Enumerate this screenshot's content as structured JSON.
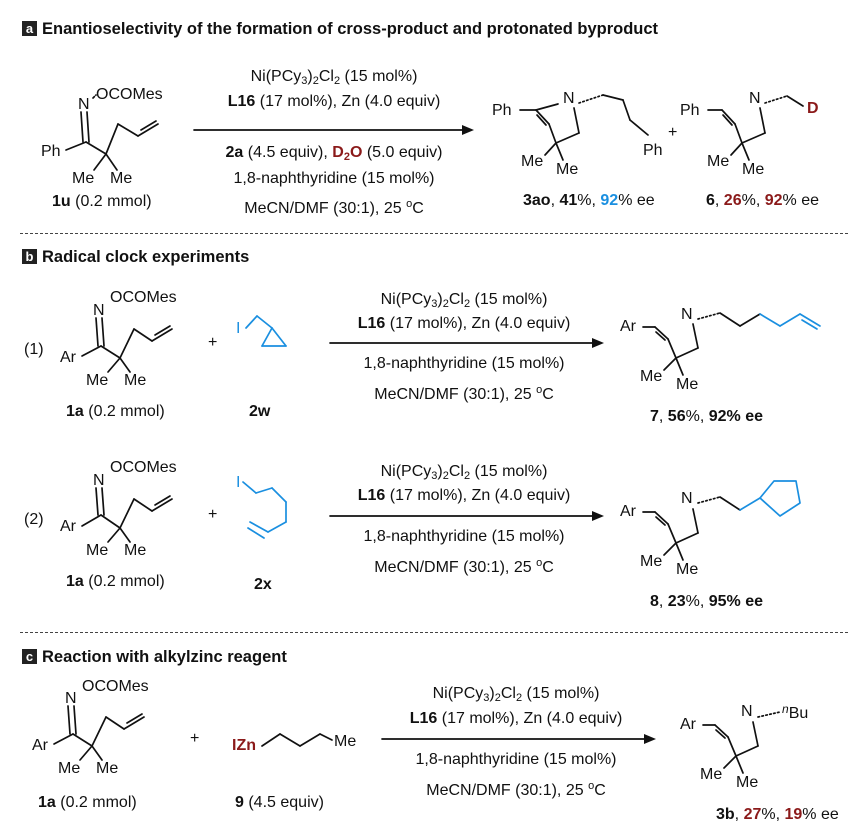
{
  "section_a": {
    "tag": "a",
    "title": "Enantioselectivity of the formation of cross-product and protonated byproduct",
    "substrate_ocomes": "OCOMes",
    "substrate_n": "N",
    "substrate_ph": "Ph",
    "me": "Me",
    "sub_label_bold": "1u",
    "sub_label_rest": " (0.2 mmol)",
    "cond1": "Ni(PCy3)2Cl2 (15 mol%)",
    "cond2_bold": "L16",
    "cond2_rest": " (17 mol%), Zn (4.0 equiv)",
    "cond3_bold": "2a",
    "cond3_mid": " (4.5 equiv), ",
    "cond3_d2o": "D2O",
    "cond3_rest": " (5.0 equiv)",
    "cond4": "1,8-naphthyridine (15 mol%)",
    "cond5": "MeCN/DMF (30:1), 25 oC",
    "prod1_ph": "Ph",
    "prod1_n": "N",
    "prod1_tail_ph": "Ph",
    "plus": "+",
    "prod2_ph": "Ph",
    "prod2_n": "N",
    "prod2_d": "D",
    "prod1_label": "3ao",
    "prod1_yield": "41",
    "prod1_ee": "92",
    "prod2_label": "6",
    "prod2_yield": "26",
    "prod2_ee": "92"
  },
  "section_b": {
    "tag": "b",
    "title": "Radical clock experiments",
    "exp1": "(1)",
    "exp2": "(2)",
    "ar": "Ar",
    "n": "N",
    "ocomes": "OCOMes",
    "me": "Me",
    "plus": "+",
    "iodo": "I",
    "sub_label_bold": "1a",
    "sub_label_rest": " (0.2 mmol)",
    "reagent1": "2w",
    "reagent2": "2x",
    "cond1": "Ni(PCy3)2Cl2 (15 mol%)",
    "cond2_bold": "L16",
    "cond2_rest": " (17 mol%), Zn (4.0 equiv)",
    "cond3": "1,8-naphthyridine (15 mol%)",
    "cond4": "MeCN/DMF (30:1), 25 oC",
    "prod1_label": "7",
    "prod1_yield": "56",
    "prod1_ee": "92",
    "prod2_label": "8",
    "prod2_yield": "23",
    "prod2_ee": "95"
  },
  "section_c": {
    "tag": "c",
    "title": "Reaction with alkylzinc reagent",
    "ar": "Ar",
    "n": "N",
    "ocomes": "OCOMes",
    "me": "Me",
    "plus": "+",
    "izn": "IZn",
    "reagent_me": "Me",
    "sub_label_bold": "1a",
    "sub_label_rest": " (0.2 mmol)",
    "reagent_label_bold": "9",
    "reagent_label_rest": " (4.5 equiv)",
    "cond1": "Ni(PCy3)2Cl2 (15 mol%)",
    "cond2_bold": "L16",
    "cond2_rest": " (17 mol%), Zn (4.0 equiv)",
    "cond3": "1,8-naphthyridine (15 mol%)",
    "cond4": "MeCN/DMF (30:1), 25 oC",
    "nbu_n": "n",
    "nbu": "Bu",
    "prod_label": "3b",
    "prod_yield": "27",
    "prod_ee": "19"
  },
  "colors": {
    "highlight_blue": "#1a8fe0",
    "highlight_red": "#8b1a1a",
    "text": "#111111"
  }
}
